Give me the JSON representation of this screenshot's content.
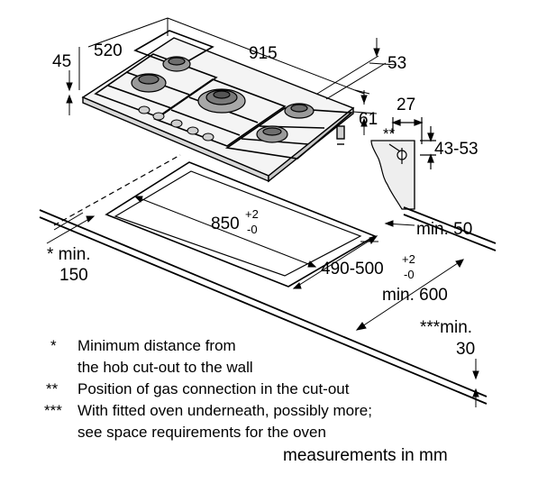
{
  "dimensions": {
    "d45": "45",
    "d520": "520",
    "d915": "915",
    "d53": "53",
    "d27": "27",
    "d61": "61",
    "gas_marker": "**",
    "d43_53": "43-53",
    "cutout_width": "850",
    "cutout_width_tol_plus": "+2",
    "cutout_width_tol_minus": "-0",
    "cutout_depth": "490-500",
    "cutout_depth_tol_plus": "+2",
    "cutout_depth_tol_minus": "-0",
    "min50": "min. 50",
    "min600": "min. 600",
    "min150_line1": "* min.",
    "min150_line2": "150",
    "min30_line1": "***min.",
    "min30_line2": "30"
  },
  "notes": [
    {
      "marker": "*",
      "text": "Minimum distance from"
    },
    {
      "marker": "",
      "text": "the hob cut-out to the wall"
    },
    {
      "marker": "**",
      "text": "Position of gas connection in the cut-out"
    },
    {
      "marker": "***",
      "text": "With fitted oven underneath, possibly more;"
    },
    {
      "marker": "",
      "text": "see space requirements for the oven"
    }
  ],
  "units": "measurements in mm"
}
